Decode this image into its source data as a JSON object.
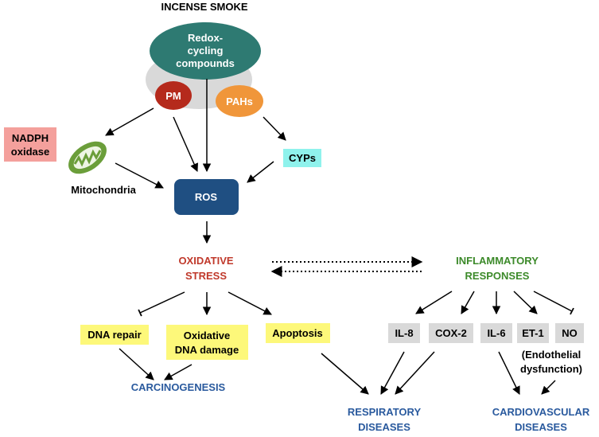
{
  "title": "INCENSE SMOKE",
  "sources": {
    "redox": [
      "Redox-",
      "cycling",
      "compounds"
    ],
    "pm": "PM",
    "pahs": "PAHs"
  },
  "nadph": [
    "NADPH",
    "oxidase"
  ],
  "mitochondria": "Mitochondria",
  "cyps": "CYPs",
  "ros": "ROS",
  "oxidative_stress": [
    "OXIDATIVE",
    "STRESS"
  ],
  "inflammatory": [
    "INFLAMMATORY",
    "RESPONSES"
  ],
  "outcomes": {
    "dna_repair": "DNA repair",
    "dna_damage": [
      "Oxidative",
      "DNA damage"
    ],
    "apoptosis": "Apoptosis"
  },
  "mediators": {
    "il8": "IL-8",
    "cox2": "COX-2",
    "il6": "IL-6",
    "et1": "ET-1",
    "no": "NO"
  },
  "endothelial": [
    "(Endothelial",
    "dysfunction)"
  ],
  "diseases": {
    "carcinogenesis": "CARCINOGENESIS",
    "respiratory": [
      "RESPIRATORY",
      "DISEASES"
    ],
    "cardiovascular": [
      "CARDIOVASCULAR",
      "DISEASES"
    ]
  },
  "colors": {
    "teal": "#2e7a72",
    "gray": "#d9d9d9",
    "pm_red": "#b52a1c",
    "pahs_orange": "#f0963a",
    "nadph_pink": "#f4a09c",
    "cyps_cyan": "#8ff2ec",
    "ros_blue": "#1f4f82",
    "stress_red": "#c0392b",
    "inflam_green": "#3c8a2a",
    "yellow": "#fdf87a",
    "mediator_gray": "#d9d9d9",
    "disease_blue": "#2a5a9e",
    "mito_green": "#6b9e3a"
  }
}
